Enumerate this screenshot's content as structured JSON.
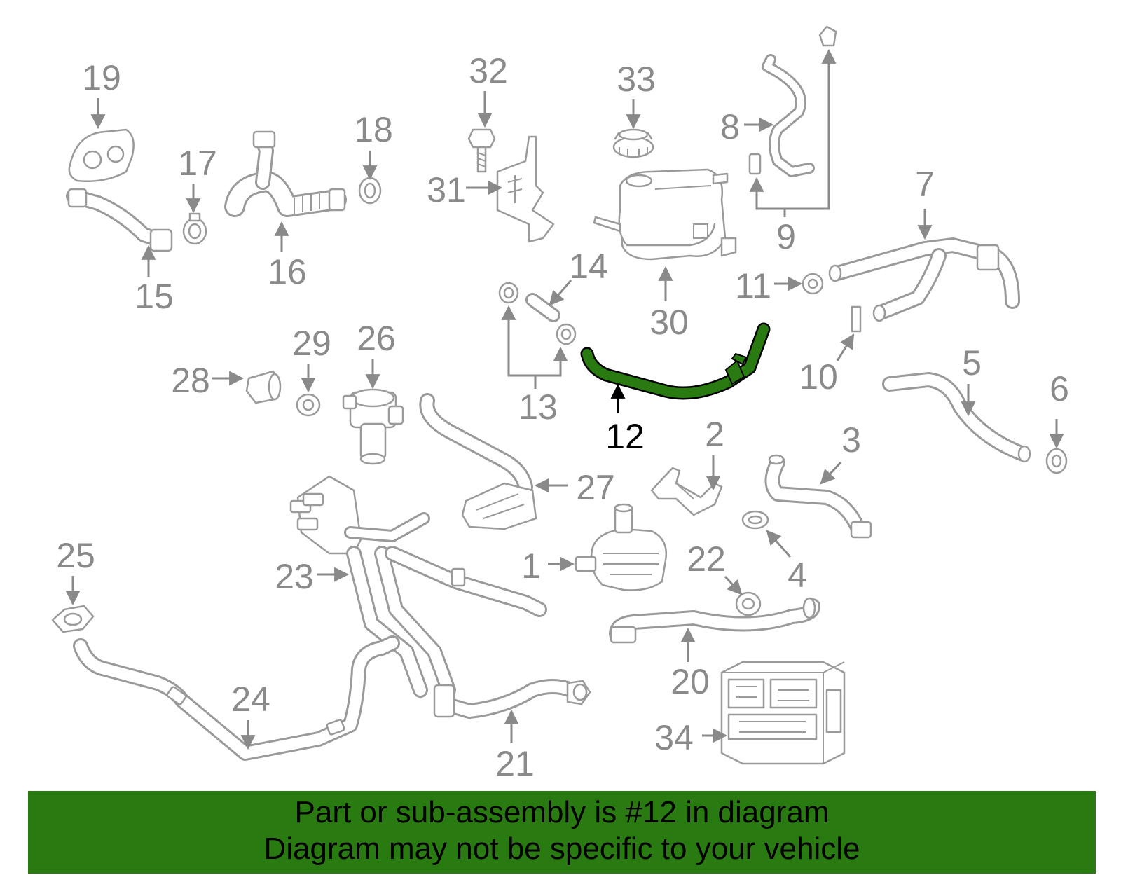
{
  "diagram": {
    "highlight_color": "#2a7a12",
    "highlighted_part": "12",
    "labels": [
      "19",
      "17",
      "15",
      "16",
      "18",
      "32",
      "31",
      "33",
      "30",
      "8",
      "9",
      "7",
      "11",
      "10",
      "14",
      "13",
      "12",
      "29",
      "28",
      "26",
      "5",
      "6",
      "27",
      "2",
      "3",
      "4",
      "1",
      "22",
      "23",
      "25",
      "24",
      "21",
      "20",
      "34"
    ]
  },
  "banner": {
    "line1": "Part or sub-assembly is #12 in diagram",
    "line2": "Diagram may not be specific to your vehicle",
    "bg_color": "#2a7a12"
  }
}
